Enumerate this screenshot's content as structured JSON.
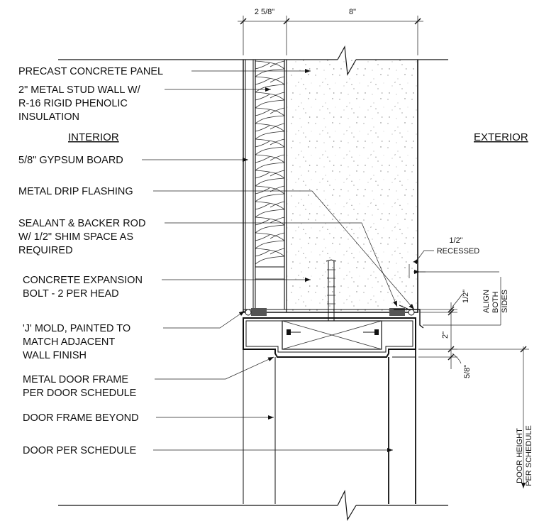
{
  "dimensions": {
    "stud_width": "2 5/8\"",
    "panel_width": "8\"",
    "recess": "1/2\"",
    "recess_word": "RECESSED",
    "half_inch": "1/2\"",
    "two_inch": "2\"",
    "five_eighths": "5/8\"",
    "door_height_line1": "DOOR HEIGHT",
    "door_height_line2": "PER SCHEDULE",
    "align_line1": "ALIGN",
    "align_line2": "BOTH",
    "align_line3": "SIDES"
  },
  "sides": {
    "interior": "INTERIOR",
    "exterior": "EXTERIOR"
  },
  "callouts": {
    "precast": "PRECAST CONCRETE PANEL",
    "stud_1": "2\" METAL STUD WALL W/",
    "stud_2": "R-16 RIGID PHENOLIC",
    "stud_3": "INSULATION",
    "gypsum": "5/8\" GYPSUM BOARD",
    "drip": "METAL DRIP FLASHING",
    "sealant_1": "SEALANT & BACKER ROD",
    "sealant_2": "W/ 1/2\" SHIM SPACE AS",
    "sealant_3": "REQUIRED",
    "bolt_1": "CONCRETE EXPANSION",
    "bolt_2": "BOLT - 2 PER HEAD",
    "jmold_1": "'J' MOLD, PAINTED TO",
    "jmold_2": "MATCH ADJACENT",
    "jmold_3": "WALL FINISH",
    "frame_1": "METAL DOOR FRAME",
    "frame_2": "PER DOOR SCHEDULE",
    "beyond": "DOOR FRAME BEYOND",
    "door": "DOOR PER SCHEDULE"
  }
}
